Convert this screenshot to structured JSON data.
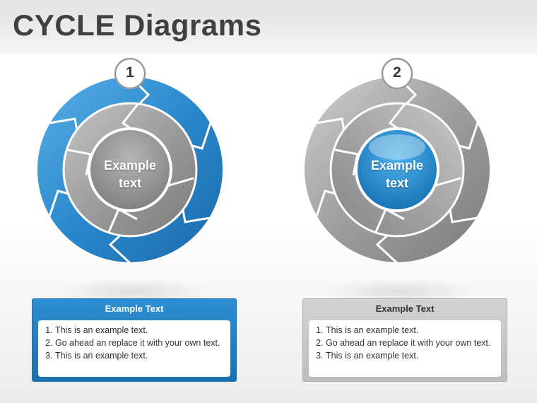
{
  "slide": {
    "title": "CYCLE Diagrams"
  },
  "diagrams": [
    {
      "number": "1",
      "center_line1": "Example",
      "center_line2": "text",
      "outer_color": "#2f8fd1",
      "inner_color": "#9a9a9a",
      "center_color": "#8c8c8c",
      "panel": {
        "title": "Example Text",
        "items": [
          "This is an example text.",
          "Go ahead an replace it with your own text.",
          "This is an example text."
        ]
      }
    },
    {
      "number": "2",
      "center_line1": "Example",
      "center_line2": "text",
      "outer_color": "#9a9a9a",
      "inner_color": "#a2a2a2",
      "center_color": "#1e88cc",
      "panel": {
        "title": "Example Text",
        "items": [
          "This is an example text.",
          "Go ahead an replace it with your own text.",
          "This is an example text."
        ]
      }
    }
  ]
}
